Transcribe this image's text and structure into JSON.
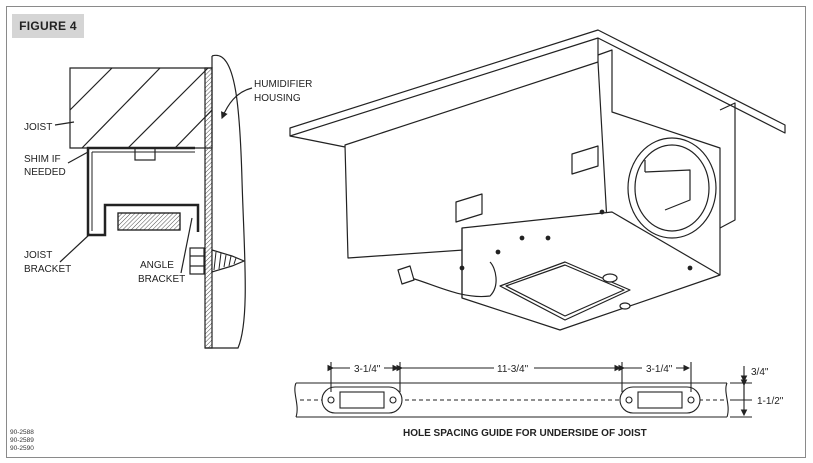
{
  "figure_label": "FIGURE 4",
  "side_labels": {
    "joist": "JOIST",
    "shim_line1": "SHIM IF",
    "shim_line2": "NEEDED",
    "joist_bracket_line1": "JOIST",
    "joist_bracket_line2": "BRACKET",
    "housing_line1": "HUMIDIFIER",
    "housing_line2": "HOUSING",
    "angle_line1": "ANGLE",
    "angle_line2": "BRACKET"
  },
  "guide": {
    "dim_left": "3-1/4\"",
    "dim_mid": "11-3/4\"",
    "dim_right": "3-1/4\"",
    "dim_top_small": "3/4\"",
    "dim_height": "1-1/2\"",
    "caption": "HOLE SPACING GUIDE FOR UNDERSIDE OF JOIST"
  },
  "part_numbers": [
    "90-2588",
    "90-2589",
    "90-2590"
  ]
}
